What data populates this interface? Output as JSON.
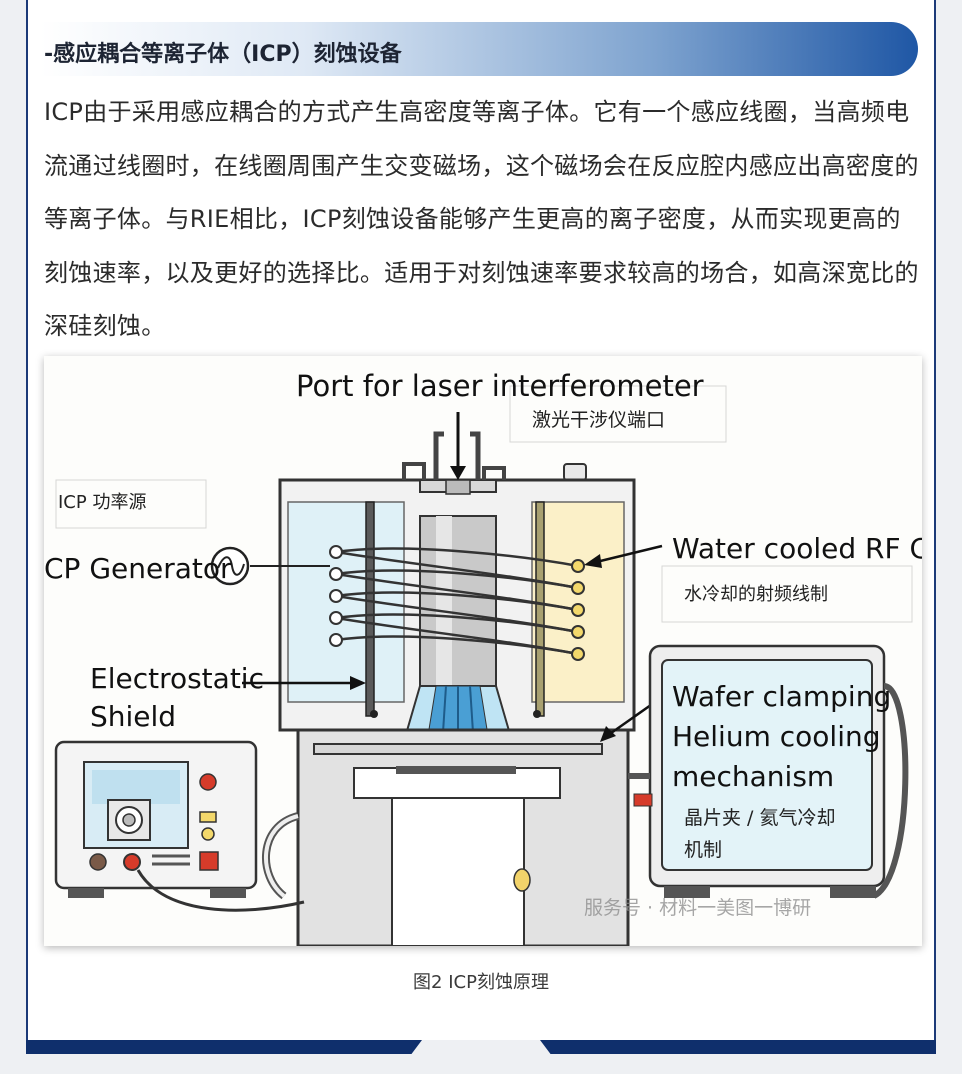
{
  "section": {
    "heading": "-感应耦合等离子体（ICP）刻蚀设备",
    "paragraph": "ICP由于采用感应耦合的方式产生高密度等离子体。它有一个感应线圈，当高频电流通过线圈时，在线圈周围产生交变磁场，这个磁场会在反应腔内感应出高密度的等离子体。与RIE相比，ICP刻蚀设备能够产生更高的离子密度，从而实现更高的刻蚀速率，以及更好的选择比。适用于对刻蚀速率要求较高的场合，如高深宽比的深硅刻蚀。"
  },
  "figure": {
    "label_port_en": "Port for laser interferometer",
    "label_port_zh": "激光干涉仪端口",
    "label_icp_zh": "ICP 功率源",
    "label_generator_en": "CP Generator",
    "label_coil_en": "Water cooled RF Coi",
    "label_coil_zh": "水冷却的射频线制",
    "label_shield_en_1": "Electrostatic",
    "label_shield_en_2": "Shield",
    "label_wafer_en_1": "Wafer clamping",
    "label_wafer_en_2": "Helium cooling",
    "label_wafer_en_3": "mechanism",
    "label_wafer_zh_1": "晶片夹 / 氦气冷却",
    "label_wafer_zh_2": "机制",
    "watermark": "服务号 · 材料一美图一博研",
    "caption": "图2   ICP刻蚀原理"
  }
}
